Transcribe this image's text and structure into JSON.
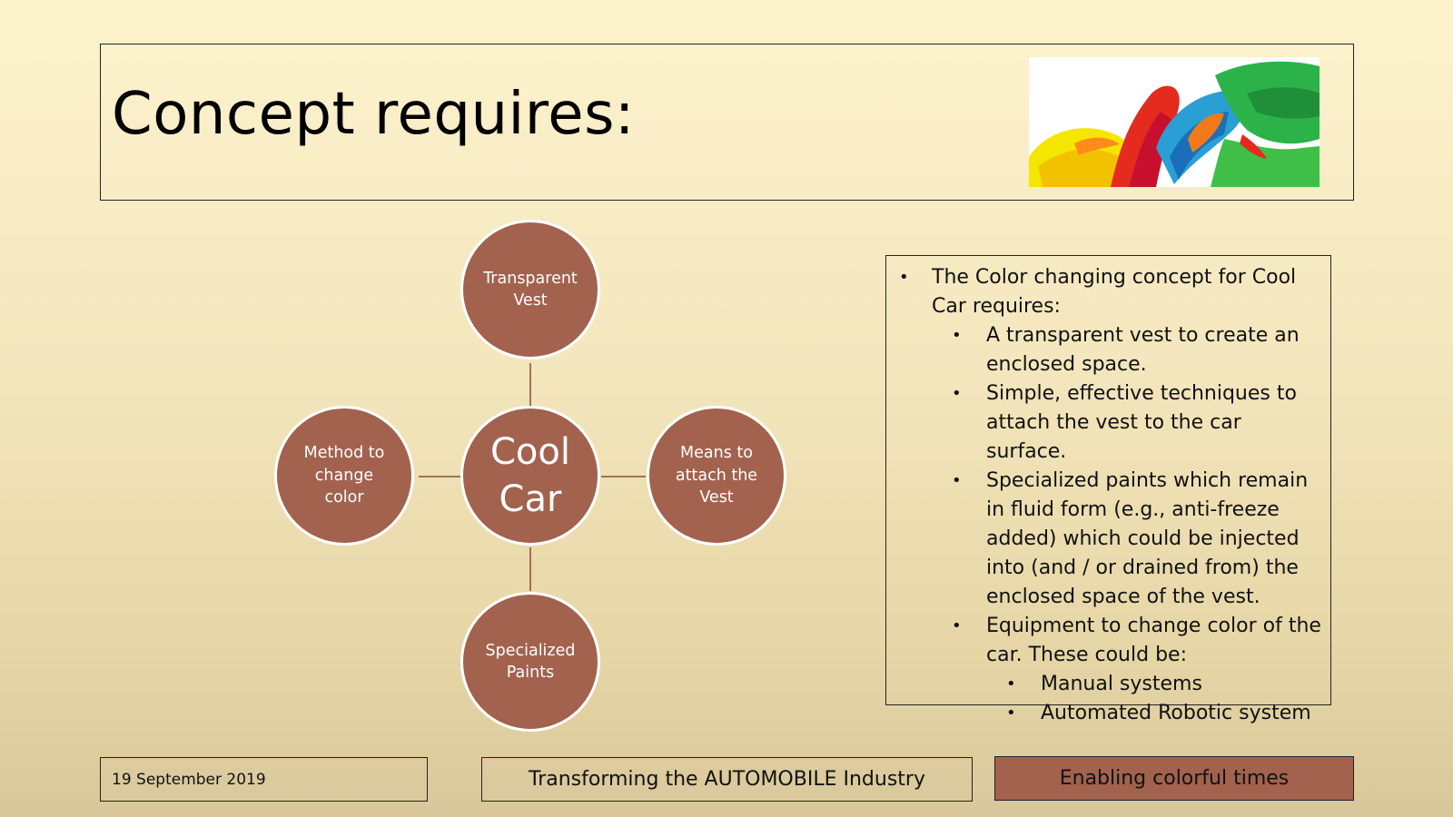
{
  "slide": {
    "title": "Concept requires:"
  },
  "colors": {
    "circle_fill": "#a2624e",
    "circle_border": "#ffffff",
    "connector": "#8b4a38",
    "accent_box": "#a2624e",
    "background_top": "#fcf3cd",
    "background_bottom": "#d8c79b"
  },
  "image": {
    "icon": "colorful-paint-strokes"
  },
  "diagram": {
    "center": "Cool Car",
    "top": "Transparent Vest",
    "left": "Method to change color",
    "right": "Means to attach the Vest",
    "bottom": "Specialized Paints"
  },
  "description": {
    "intro": "The Color changing concept for Cool Car requires:",
    "items": [
      "A transparent vest to create an enclosed space.",
      "Simple, effective techniques to attach the vest to the car surface.",
      "Specialized paints which remain in fluid form (e.g., anti-freeze added) which could be injected into (and / or drained from) the enclosed space of the vest.",
      "Equipment to change color of the car. These could be:"
    ],
    "subitems": [
      "Manual systems",
      "Automated Robotic system"
    ]
  },
  "footer": {
    "date": "19 September 2019",
    "center": "Transforming the AUTOMOBILE Industry",
    "right": "Enabling colorful times"
  }
}
